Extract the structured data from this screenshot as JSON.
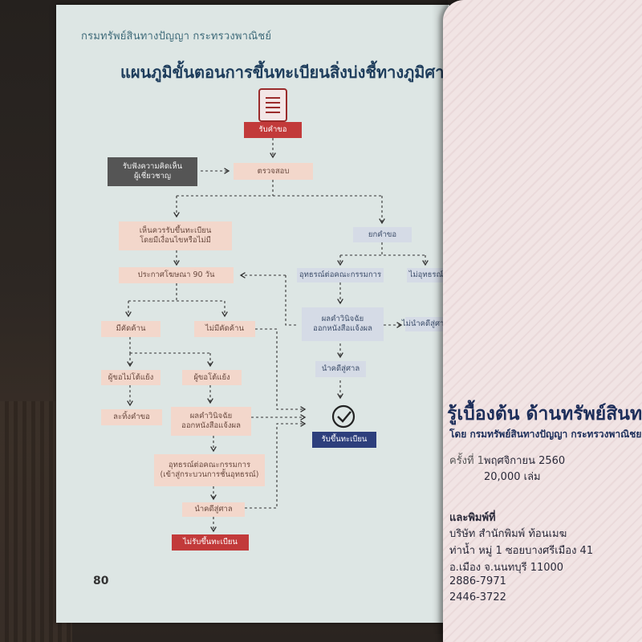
{
  "header": "กรมทรัพย์สินทางปัญญา กระทรวงพาณิชย์",
  "title": "แผนภูมิขั้นตอนการขึ้นทะเบียนสิ่งบ่งชี้ทางภูมิศาสตร์",
  "page_number": "80",
  "icon": "document-icon",
  "colors": {
    "red": "#c23a3a",
    "navy": "#2d3f7c",
    "peach": "#f3d7cb",
    "lavender": "#d5dbe6",
    "dark": "#555555"
  },
  "flow": {
    "receive": "รับคำขอ",
    "expert": [
      "รับฟังความคิดเห็น",
      "ผู้เชี่ยวชาญ"
    ],
    "examine": "ตรวจสอบ",
    "accept": [
      "เห็นควรรับขึ้นทะเบียน",
      "โดยมีเงื่อนไขหรือไม่มี"
    ],
    "publish": "ประกาศโฆษณา 90 วัน",
    "has_objection": "มีคัดค้าน",
    "no_objection": "ไม่มีคัดค้าน",
    "applicant_no_reply": "ผู้ขอไม่โต้แย้ง",
    "applicant_reply": "ผู้ขอโต้แย้ง",
    "abandon": "ละทิ้งคำขอ",
    "decision_left": [
      "ผลคำวินิจฉัย",
      "ออกหนังสือแจ้งผล"
    ],
    "appeal_left": [
      "อุทธรณ์ต่อคณะกรรมการ",
      "(เข้าสู่กระบวนการชั้นอุทธรณ์)"
    ],
    "court_left": "นำคดีสู่ศาล",
    "not_registered": "ไม่รับขึ้นทะเบียน",
    "reject": "ยกคำขอ",
    "appeal_right": "อุทธรณ์ต่อคณะกรรมการ",
    "no_appeal": "ไม่อุทธรณ์",
    "decision_right": [
      "ผลคำวินิจฉัย",
      "ออกหนังสือแจ้งผล"
    ],
    "no_court": "ไม่นำคดีสู่ศาล",
    "court_right": "นำคดีสู่ศาล",
    "registered": "รับขึ้นทะเบียน"
  },
  "right_page": {
    "title": "รู้เบื้องต้น ด้านทรัพย์สินทาง",
    "publisher_line": "โดย กรมทรัพย์สินทางปัญญา กระทรวงพาณิชย",
    "edition_label": "ครั้งที่ 1",
    "edition_date": "พฤศจิกายน 2560",
    "copies": "20,000 เล่ม",
    "printer_label": "และพิมพ์ที่",
    "printer_name": "บริษัท สำนักพิมพ์ ท้อนเมฆ",
    "address1": "ท่าน้ำ หมู่ 1 ซอยบางศรีเมือง 41",
    "address2": "อ.เมือง จ.นนทบุรี 11000",
    "phone": "2886-7971",
    "fax": "2446-3722"
  }
}
